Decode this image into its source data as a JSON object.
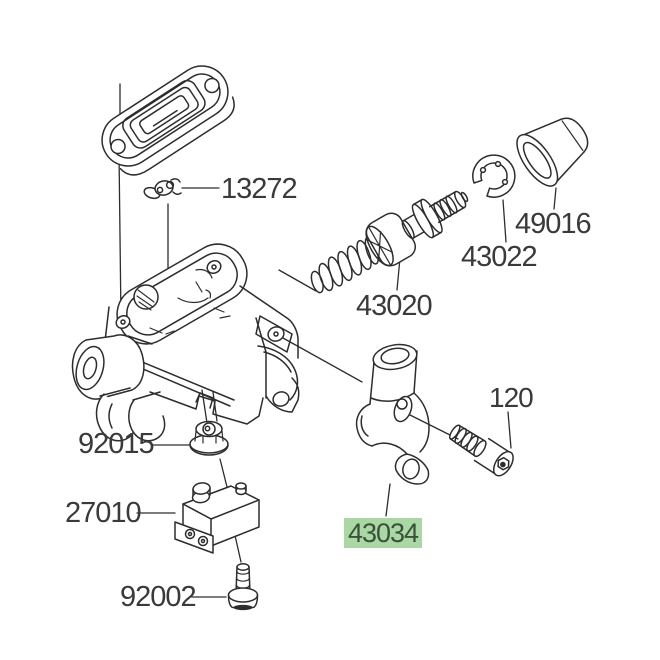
{
  "diagram": {
    "type": "exploded-parts-diagram",
    "parts": [
      {
        "number": "13272",
        "highlighted": false
      },
      {
        "number": "43020",
        "highlighted": false
      },
      {
        "number": "43022",
        "highlighted": false
      },
      {
        "number": "49016",
        "highlighted": false
      },
      {
        "number": "120",
        "highlighted": false
      },
      {
        "number": "43034",
        "highlighted": true
      },
      {
        "number": "92015",
        "highlighted": false
      },
      {
        "number": "27010",
        "highlighted": false
      },
      {
        "number": "92002",
        "highlighted": false
      }
    ],
    "colors": {
      "line": "#2d2d2d",
      "label_text": "#3a3a3a",
      "highlight_bg": "#a9d8a4",
      "highlight_text": "#3c4f3c",
      "background": "#ffffff"
    }
  }
}
